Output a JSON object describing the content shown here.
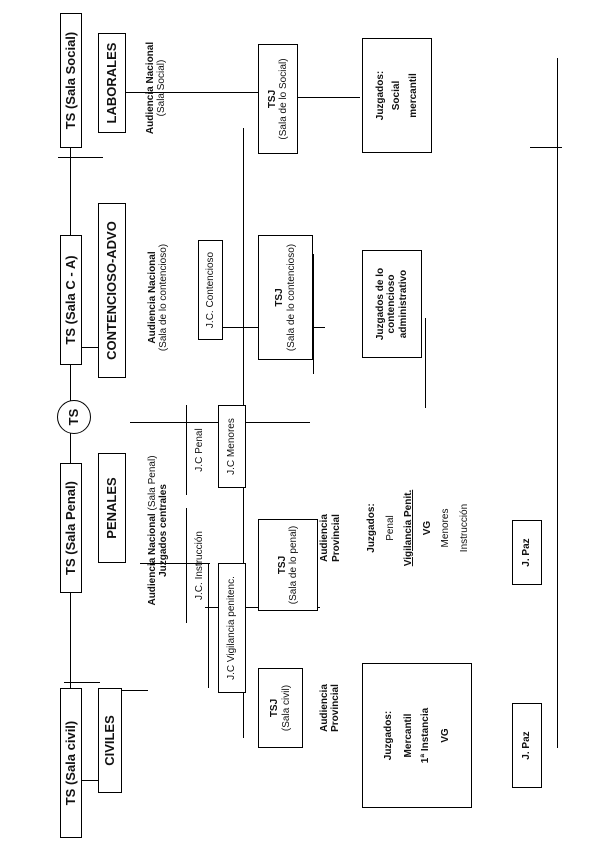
{
  "civiles": {
    "ts": "TS (Sala civil)",
    "header": "CIVILES",
    "tsj_title": "TSJ",
    "tsj_sub": "(Sala civil)",
    "audiencia": [
      "Audiencia",
      "Provincial"
    ],
    "juzgados_title": "Juzgados:",
    "juzgados_items": [
      "Mercantil",
      "1ª Instancia",
      "VG"
    ],
    "paz": "J. Paz"
  },
  "penales": {
    "ts": "TS (Sala Penal)",
    "ts_circle": "TS",
    "header": "PENALES",
    "an_line1_bold": "Audiencia Nacional",
    "an_line1_rest": " (Sala Penal)",
    "an_line2": "Juzgados centrales",
    "jc_instruccion": "J.C. Instrucción",
    "jc_penal": "J.C Penal",
    "jc_vigilancia": "J.C Vigilancia penitenc.",
    "jc_menores": "J.C Menores",
    "tsj_title": "TSJ",
    "tsj_sub": "(Sala de lo penal)",
    "audiencia": [
      "Audiencia",
      "Provincial"
    ],
    "juzgados_title": "Juzgados:",
    "juzgados_items": [
      "Penal",
      "Vigilancia Penit.",
      "VG",
      "Menores",
      "Instrucción"
    ],
    "paz": "J. Paz"
  },
  "contencioso": {
    "ts": "TS (Sala C - A)",
    "header": "CONTENCIOSO-ADVO",
    "an_title": "Audiencia Nacional",
    "an_sub": "(Sala de lo contencioso)",
    "jc_contencioso": "J.C. Contencioso",
    "tsj_title": "TSJ",
    "tsj_sub": "(Sala de lo contencioso)",
    "juzgados": [
      "Juzgados de lo",
      "contencioso",
      "administrativo"
    ]
  },
  "laborales": {
    "ts": "TS (Sala Social)",
    "header": "LABORALES",
    "an_title": "Audiencia Nacional",
    "an_sub": "(Sala Social)",
    "tsj_title": "TSJ",
    "tsj_sub": "(Sala de lo Social)",
    "juzgados": [
      "Juzgados:",
      "Social",
      "mercantil"
    ]
  }
}
